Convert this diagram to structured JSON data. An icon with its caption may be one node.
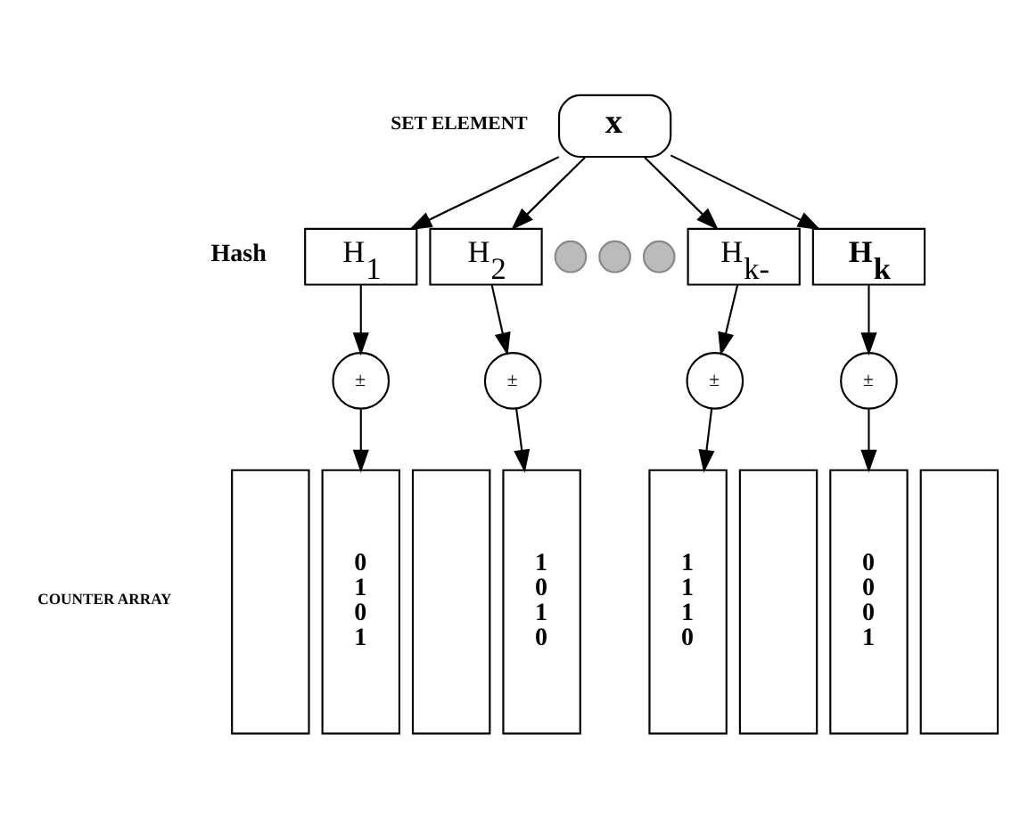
{
  "diagram": {
    "nodes": [
      {
        "text": [
          "x"
        ],
        "beside": [
          "SET ELEMENT"
        ]
      },
      {
        "text": [
          "H$_{1}$"
        ]
      },
      {
        "text": [
          "H$_{2}$"
        ]
      },
      {
        "text": [],
        "shape": "circle"
      },
      {
        "text": [],
        "shape": "circle"
      },
      {
        "text": [],
        "shape": "circle"
      },
      {
        "text": [
          "H$_{k-}$"
        ]
      },
      {
        "text": [
          "H$_{k}$"
        ]
      },
      {
        "text": [
          "±"
        ]
      },
      {
        "text": [
          "±"
        ]
      },
      {
        "text": [
          "±"
        ]
      },
      {
        "text": [
          "±"
        ]
      },
      {
        "text": [],
        "shape": "box"
      },
      {
        "text": [
          "0 1 0 1"
        ]
      },
      {
        "text": [],
        "shape": "box"
      },
      {
        "text": [
          "1 0 1 0"
        ]
      },
      {
        "text": [
          "1 1 1 0"
        ]
      },
      {
        "text": [],
        "shape": "box"
      },
      {
        "text": [
          "0 0 0 1"
        ]
      },
      {
        "text": [],
        "shape": "box"
      }
    ],
    "edges": [
      {
        "from": 0,
        "to": 1,
        "arrow": "to"
      },
      {
        "from": 0,
        "to": 2,
        "arrow": "to"
      },
      {
        "from": 0,
        "to": 6,
        "arrow": "to"
      },
      {
        "from": 0,
        "to": 7,
        "arrow": "to"
      },
      {
        "from": 1,
        "to": 8,
        "arrow": "to"
      },
      {
        "from": 2,
        "to": 9,
        "arrow": "to"
      },
      {
        "from": 6,
        "to": 10,
        "arrow": "to"
      },
      {
        "from": 7,
        "to": 11,
        "arrow": "to"
      },
      {
        "from": 8,
        "to": 13,
        "arrow": "to"
      },
      {
        "from": 9,
        "to": 15,
        "arrow": "to"
      },
      {
        "from": 10,
        "to": 16,
        "arrow": "to"
      },
      {
        "from": 11,
        "to": 18,
        "arrow": "to"
      }
    ],
    "labels": [
      "Hash",
      "COUNTER ARRAY"
    ]
  }
}
